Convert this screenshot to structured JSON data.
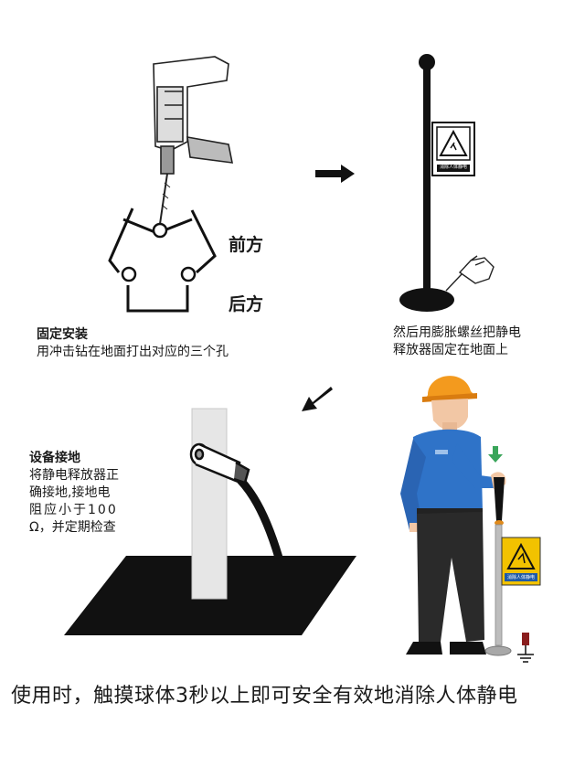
{
  "step1": {
    "label_front": "前方",
    "label_back": "后方",
    "title": "固定安装",
    "text": "用冲击钻在地面打出对应的三个孔"
  },
  "step2": {
    "text_line1": "然后用膨胀螺丝把静电",
    "text_line2": "释放器固定在地面上",
    "sign_caption": "消除人体静电"
  },
  "step3": {
    "title": "设备接地",
    "lines": [
      "将静电释放器正",
      "确接地,接地电",
      "阻应小于100",
      "Ω，并定期检查"
    ]
  },
  "step4": {
    "sign_caption": "消除人体静电"
  },
  "footer": {
    "text": "使用时，触摸球体3秒以上即可安全有效地消除人体静电"
  },
  "colors": {
    "helmet": "#f39a1e",
    "shirt": "#2f73c8",
    "pants": "#2a2a2a",
    "arrow": "#111111",
    "green_arrow": "#3aa55a",
    "sign_yellow": "#f2c200",
    "sign_blue": "#1e5aa8"
  }
}
